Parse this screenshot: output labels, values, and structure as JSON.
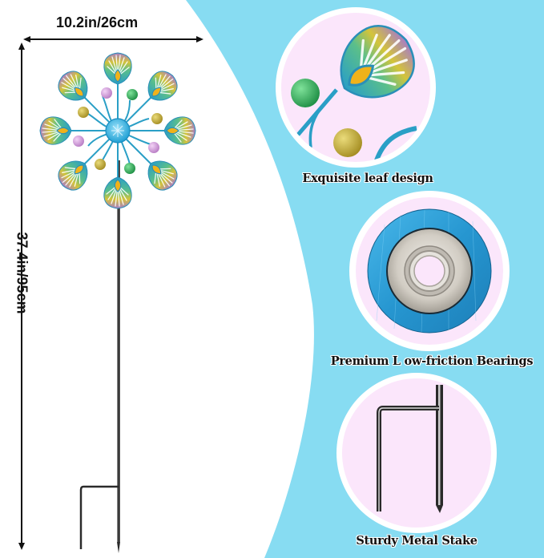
{
  "dimensions": {
    "width_label": "10.2in/26cm",
    "height_label": "37.4in/95cm"
  },
  "features": [
    {
      "id": "leaf",
      "caption": "Exquisite leaf design",
      "icon": "peacock-leaf-icon"
    },
    {
      "id": "bearing",
      "caption": "Premium L ow-friction Bearings",
      "icon": "bearing-icon"
    },
    {
      "id": "stake",
      "caption": "Sturdy Metal Stake",
      "icon": "metal-stake-icon"
    }
  ],
  "colors": {
    "background": "#ffffff",
    "accent_blue": "#87dcf2",
    "circle_fill": "#fbe6fb",
    "circle_ring": "#ffffff",
    "leaf_blue": "#2a9fc6",
    "leaf_purple": "#a77cc6",
    "leaf_yellow": "#d4c43a",
    "gem_amber": "#f0b21a",
    "ball_green": "#2ea653",
    "ball_gold": "#c4ac38",
    "ball_pink": "#d9a0e0",
    "bearing_blue": "#2ea3dc",
    "bearing_silver": "#cfcac2",
    "stake_black": "#222222"
  }
}
